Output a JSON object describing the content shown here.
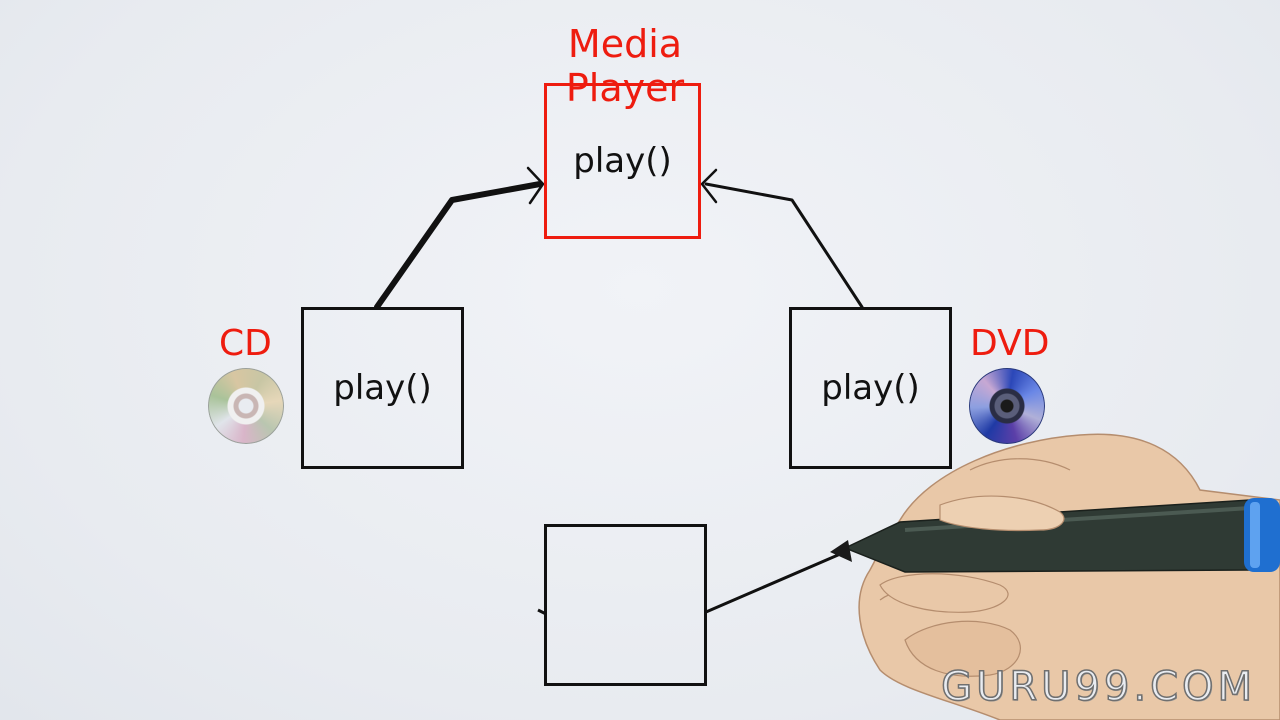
{
  "diagram": {
    "parent": {
      "title": "Media Player",
      "method": "play()"
    },
    "children": [
      {
        "label": "CD",
        "method": "play()",
        "icon": "cd-disc-icon"
      },
      {
        "label": "DVD",
        "method": "play()",
        "icon": "dvd-disc-icon"
      }
    ],
    "new_box": {
      "method": ""
    }
  },
  "watermark": "GURU99.COM",
  "colors": {
    "accent": "#ee1c0f",
    "ink": "#111111",
    "background": "#e9ecf1"
  }
}
